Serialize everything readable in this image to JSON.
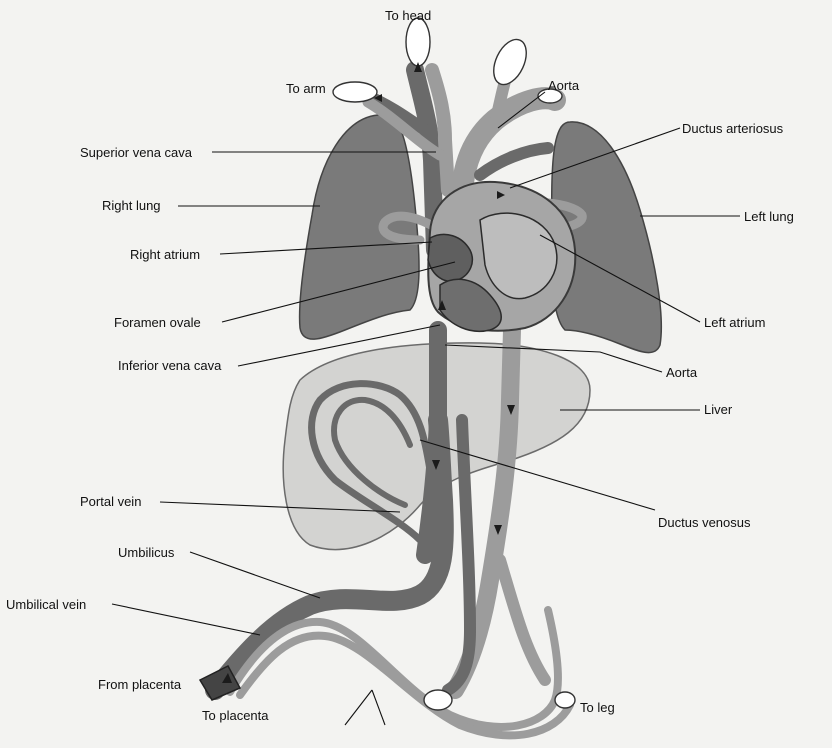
{
  "labels": {
    "to_head": "To head",
    "to_arm": "To arm",
    "aorta_top": "Aorta",
    "ductus_arteriosus": "Ductus arteriosus",
    "superior_vena_cava": "Superior vena cava",
    "right_lung": "Right lung",
    "left_lung": "Left lung",
    "right_atrium": "Right atrium",
    "foramen_ovale": "Foramen ovale",
    "left_atrium": "Left atrium",
    "inferior_vena_cava": "Inferior vena cava",
    "aorta_bottom": "Aorta",
    "liver": "Liver",
    "portal_vein": "Portal vein",
    "ductus_venosus": "Ductus venosus",
    "umbilicus": "Umbilicus",
    "umbilical_vein": "Umbilical vein",
    "from_placenta": "From placenta",
    "to_placenta": "To placenta",
    "to_leg": "To leg"
  },
  "colors": {
    "lung": "#7a7a7a",
    "liver": "#d3d3d1",
    "vein": "#6a6a6a",
    "artery": "#9c9c9c"
  }
}
